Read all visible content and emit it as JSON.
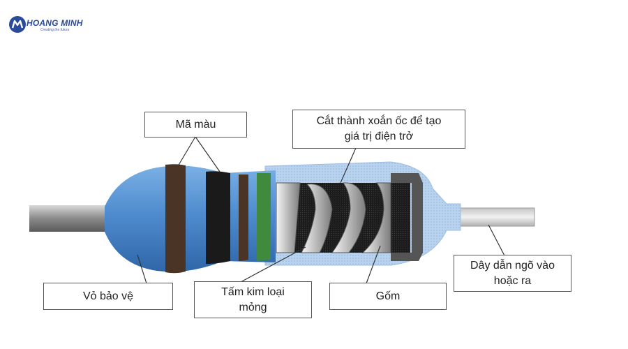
{
  "logo": {
    "name": "HOANG MINH",
    "tagline": "Creating the future",
    "color": "#2a4a9c"
  },
  "labels": {
    "color_code": "Mã màu",
    "spiral_cut": [
      "Cắt thành xoắn ốc để tạo",
      "giá trị điện trở"
    ],
    "protective_shell": "Vỏ bảo vệ",
    "metal_film": [
      "Tấm kim loại",
      "mỏng"
    ],
    "ceramic": "Gốm",
    "lead_wire": [
      "Dây dẫn ngõ vào",
      "hoặc ra"
    ]
  },
  "colors": {
    "body_blue": "#4f8ccf",
    "band_brown": "#4a3426",
    "band_black": "#1a1a1a",
    "band_green": "#3f8a3c",
    "wire_gray": "#9a9a9a",
    "film_silver": "#c8c8c8",
    "ceramic_dark": "#222222"
  }
}
